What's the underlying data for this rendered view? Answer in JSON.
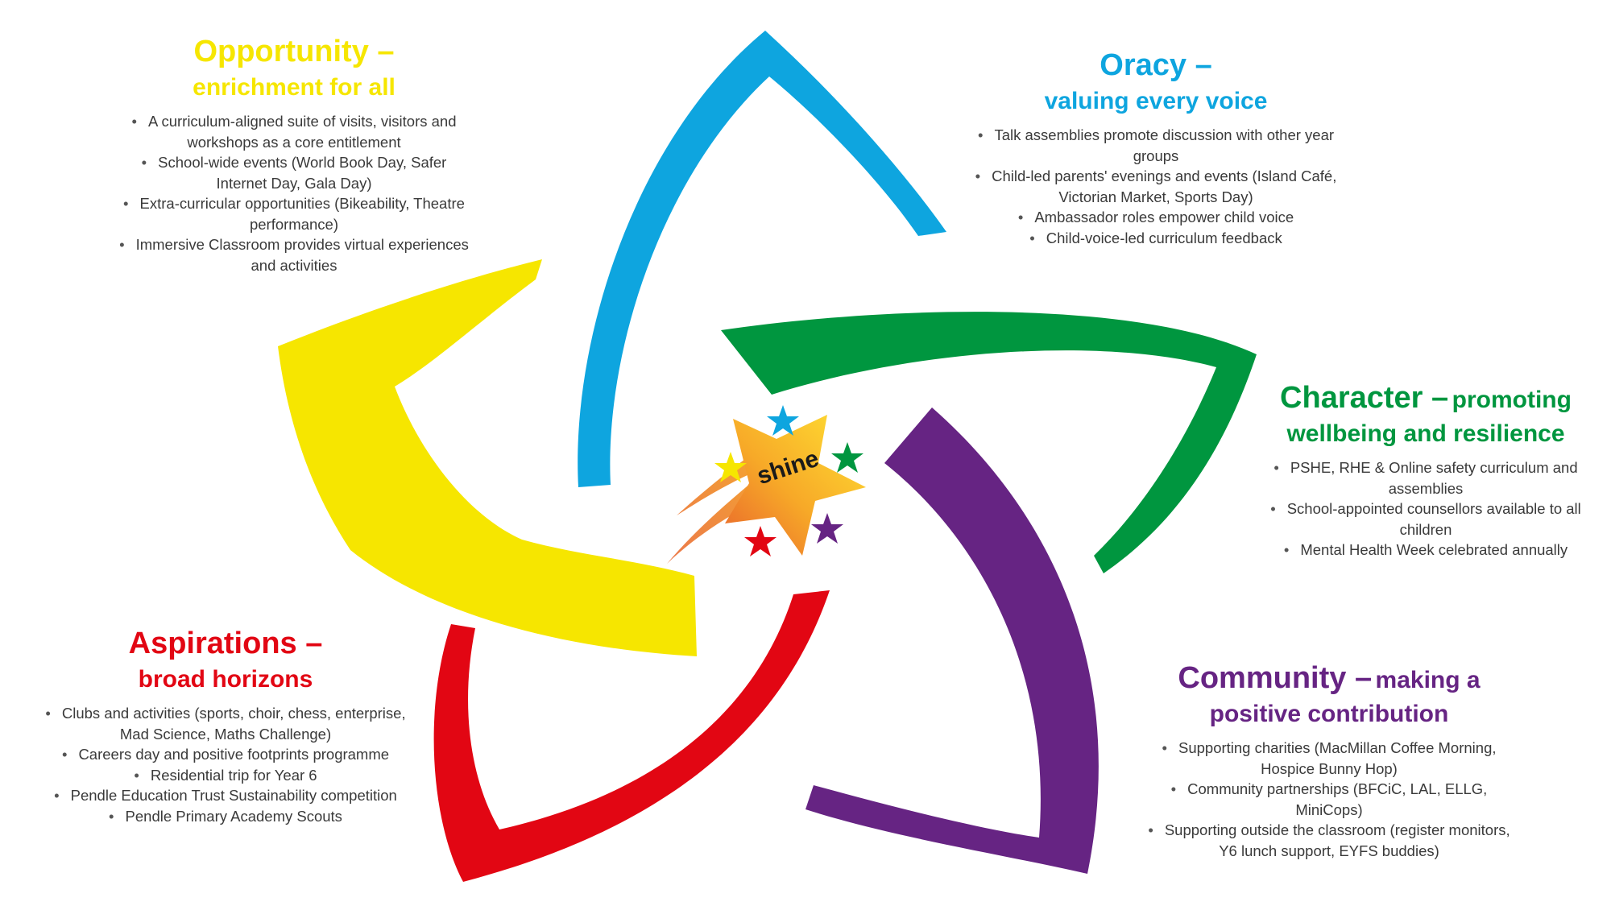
{
  "colors": {
    "opportunity": "#f6e600",
    "oracy": "#0ea5df",
    "character": "#00963f",
    "community": "#662483",
    "aspirations": "#e20613",
    "star_gradient_start": "#ffe233",
    "star_gradient_end": "#e8622c",
    "body_text": "#3a3a3a"
  },
  "logo": {
    "text": "shine"
  },
  "sections": {
    "opportunity": {
      "title": "Opportunity –",
      "subtitle": "enrichment for all",
      "points": [
        "A curriculum-aligned suite of visits, visitors and workshops as a core entitlement",
        "School-wide events (World Book Day, Safer Internet Day, Gala Day)",
        "Extra-curricular opportunities (Bikeability, Theatre performance)",
        "Immersive Classroom provides virtual experiences and activities"
      ]
    },
    "oracy": {
      "title": "Oracy –",
      "subtitle": "valuing every voice",
      "points": [
        "Talk assemblies promote discussion with other year groups",
        "Child-led parents' evenings and events (Island Café, Victorian Market, Sports Day)",
        "Ambassador roles empower child voice",
        "Child-voice-led curriculum feedback"
      ]
    },
    "character": {
      "title": "Character –",
      "title_tail": "promoting",
      "subtitle": "wellbeing and resilience",
      "points": [
        "PSHE, RHE & Online safety curriculum and assemblies",
        "School-appointed counsellors available to all children",
        "Mental Health Week celebrated annually"
      ]
    },
    "aspirations": {
      "title": "Aspirations –",
      "subtitle": "broad horizons",
      "points": [
        "Clubs and activities (sports, choir, chess, enterprise, Mad Science, Maths Challenge)",
        "Careers day and positive footprints programme",
        "Residential trip for Year 6",
        "Pendle Education Trust Sustainability competition",
        "Pendle Primary Academy Scouts"
      ]
    },
    "community": {
      "title": "Community –",
      "title_tail": "making a",
      "subtitle": "positive contribution",
      "points": [
        "Supporting charities (MacMillan Coffee Morning, Hospice Bunny Hop)",
        "Community partnerships (BFCiC, LAL, ELLG, MiniCops)",
        "Supporting outside the classroom (register monitors, Y6 lunch support, EYFS buddies)"
      ]
    }
  }
}
